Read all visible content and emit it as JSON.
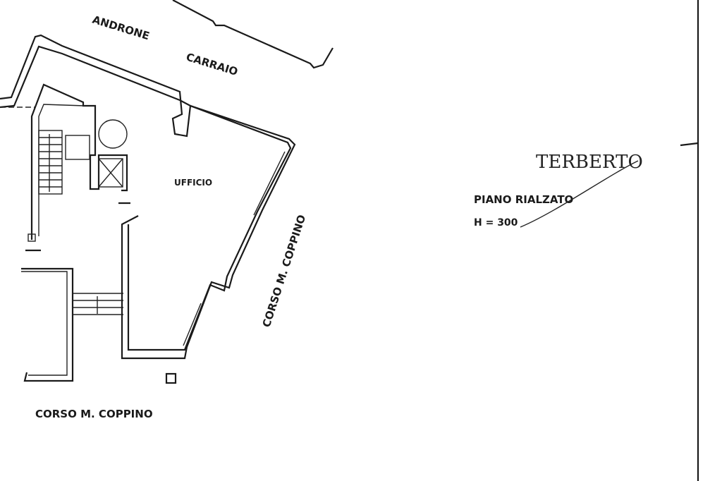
{
  "labels": {
    "androne": "ANDRONE",
    "carraio": "CARRAIO",
    "room": "UFFICIO",
    "street_side": "CORSO M. COPPINO",
    "street_bottom": "CORSO  M. COPPINO",
    "floor": "PIANO  RIALZATO",
    "height": "H = 300"
  },
  "signature": "TERBERTO",
  "colors": {
    "ink": "#1a1a1a",
    "paper": "#ffffff"
  }
}
